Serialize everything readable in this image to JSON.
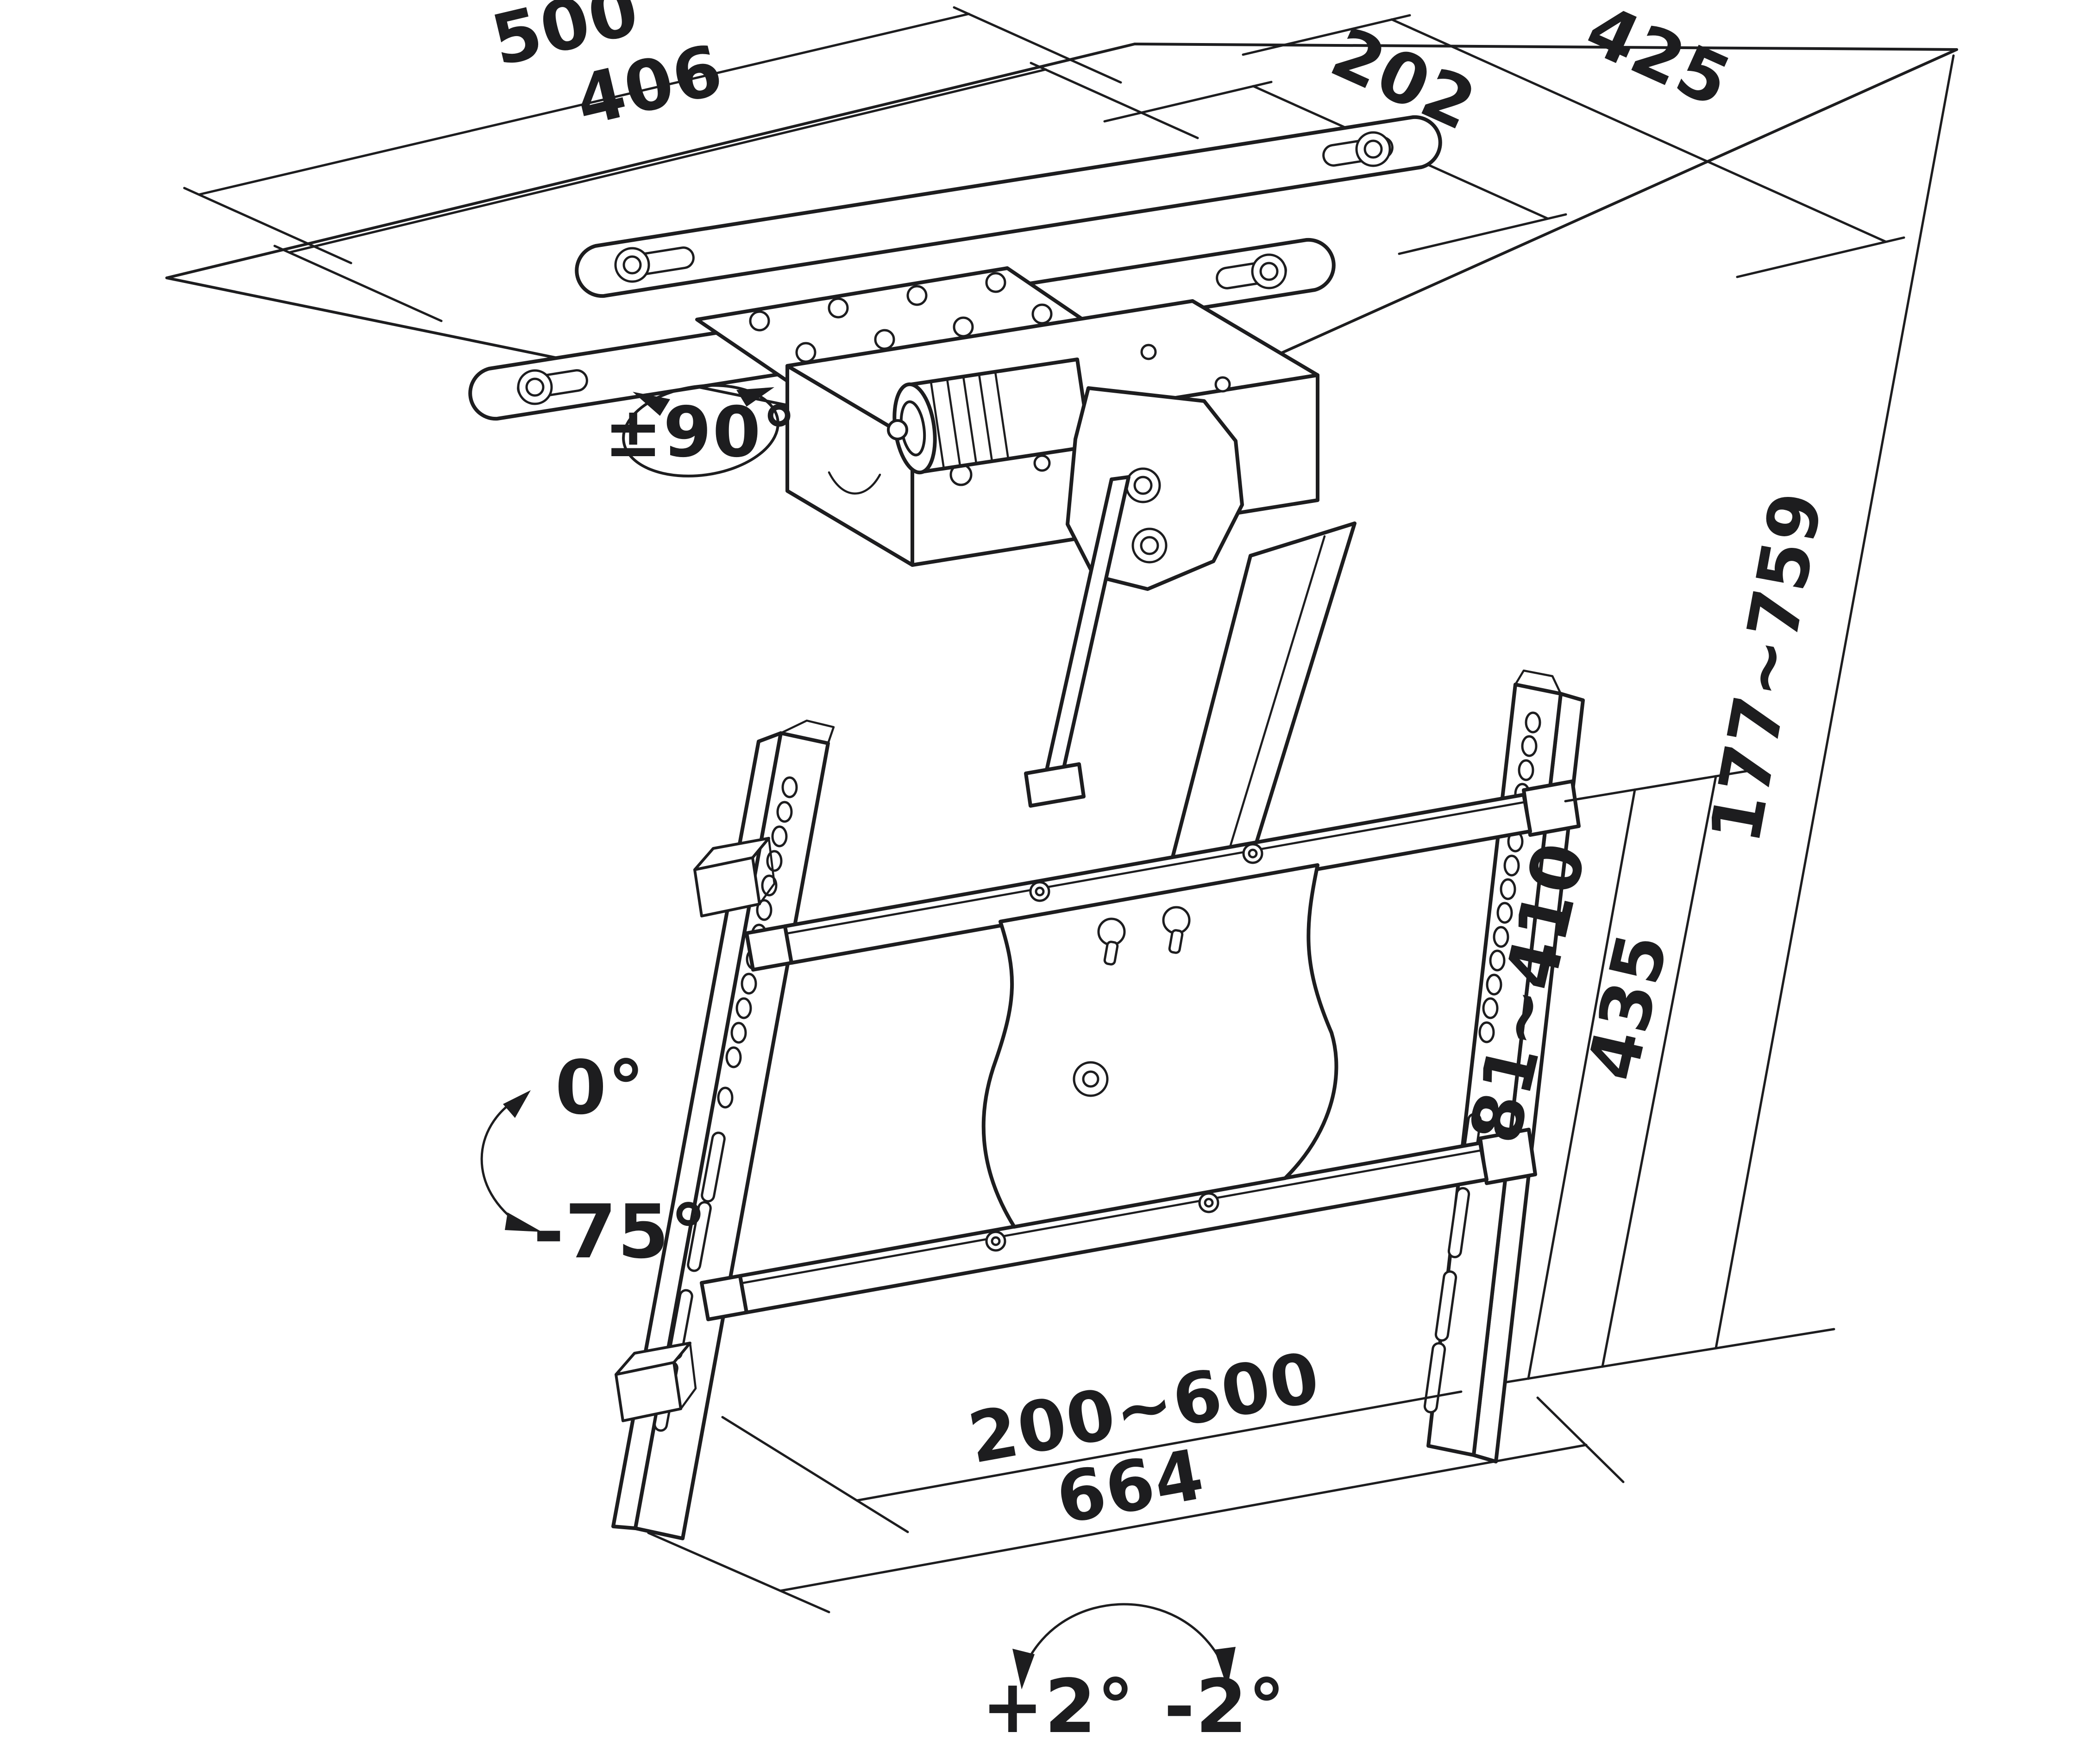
{
  "drawing": {
    "type": "technical-line-drawing",
    "subject": "Motorized ceiling TV mount - dimensional diagram",
    "colors": {
      "line": "#1d1d1f",
      "background": "#ffffff"
    },
    "dimensions": {
      "ceiling_plate_width_outer": "500",
      "ceiling_plate_width_inner": "406",
      "ceiling_plate_depth_inner": "202",
      "ceiling_plate_depth_outer": "425",
      "swivel_range": "±90°",
      "drop_height_range": "177~759",
      "vesa_vertical_range": "81~410",
      "bracket_height": "435",
      "vesa_horizontal_range": "200~600",
      "bracket_width": "664",
      "tilt_min": "0°",
      "tilt_max": "-75°",
      "level_adjust_plus": "+2°",
      "level_adjust_minus": "-2°"
    }
  }
}
